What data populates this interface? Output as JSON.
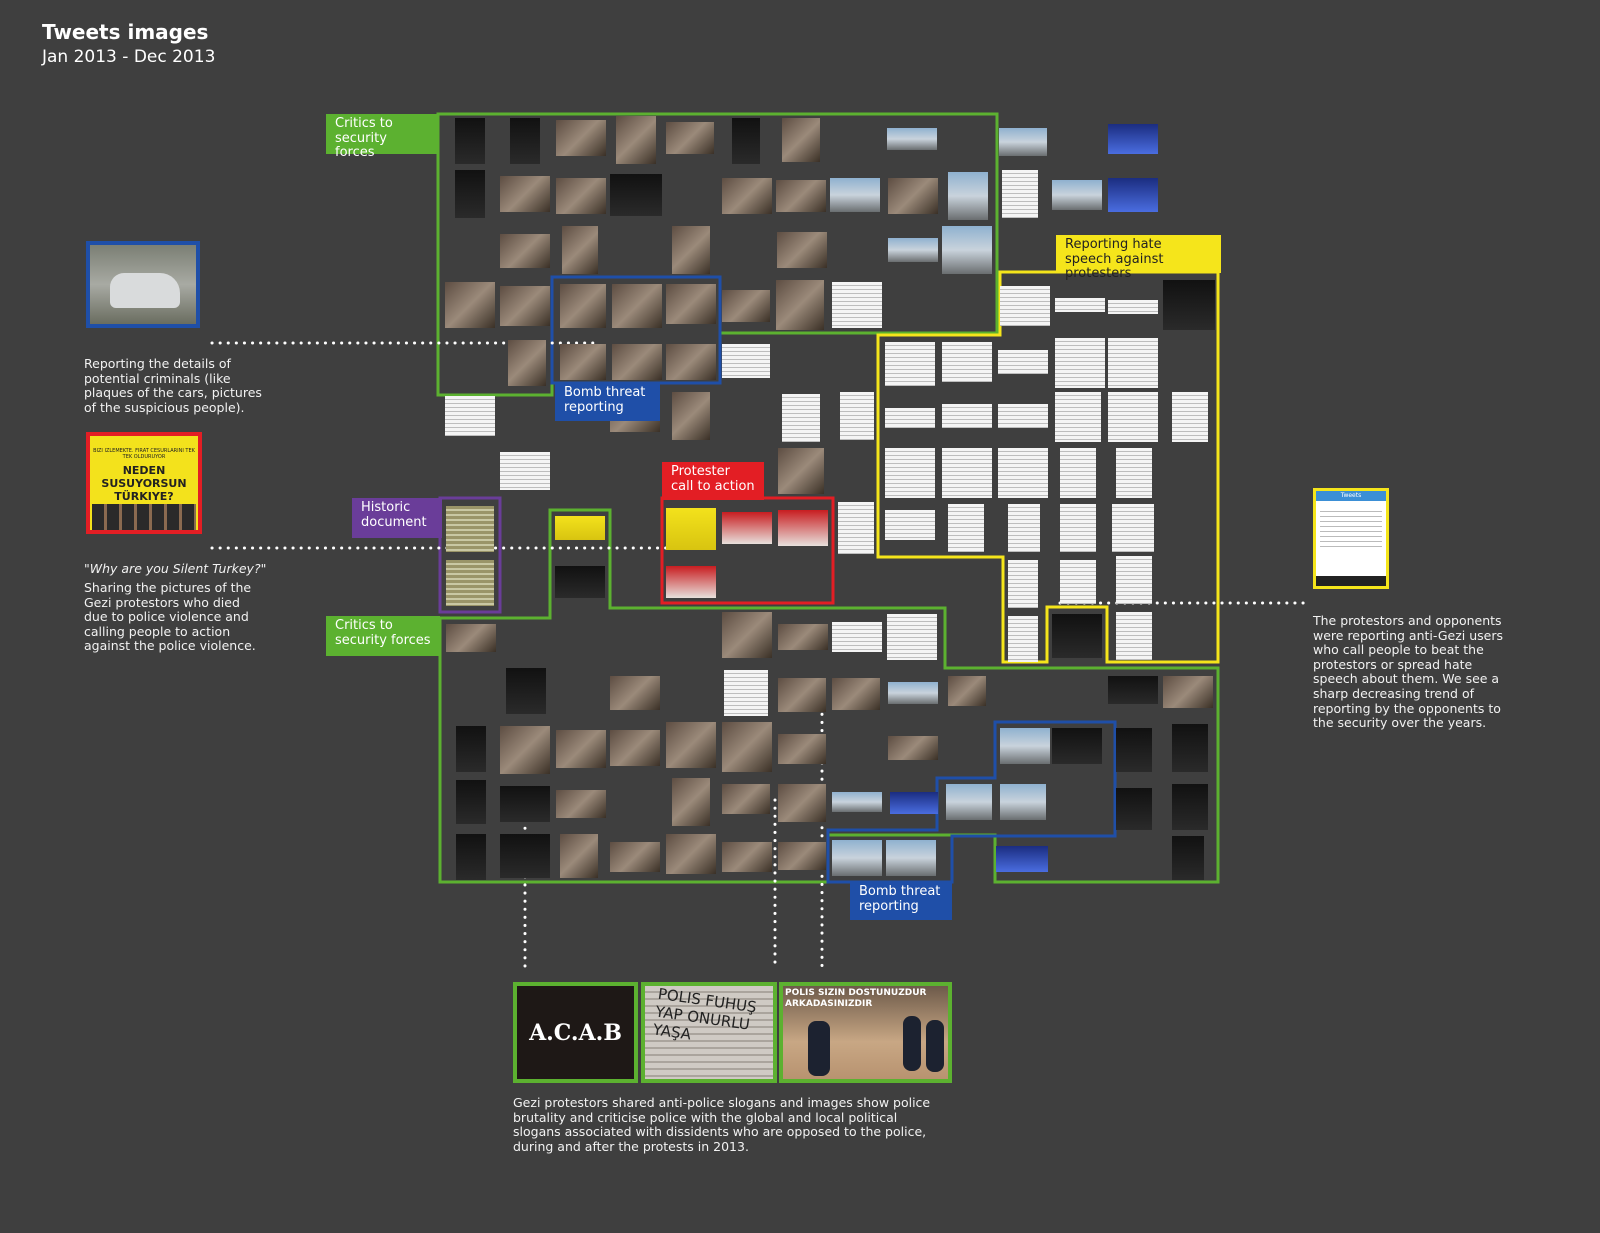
{
  "header": {
    "title": "Tweets images",
    "subtitle": "Jan 2013 - Dec 2013"
  },
  "labels": {
    "critics_top": "Critics to security forces",
    "critics_bottom": "Critics to security forces",
    "hate_speech": "Reporting hate speech against protesters",
    "bomb_top": "Bomb threat reporting",
    "bomb_bottom": "Bomb threat reporting",
    "call_to_action": "Protester call to action",
    "historic": "Historic document"
  },
  "annotations": {
    "criminals": "Reporting the details of potential criminals (like plaques of the cars, pictures of the suspicious people).",
    "silent_quote": "\"Why are you Silent Turkey?\"",
    "silent_text": "Sharing the pictures of the Gezi protestors who died due to police violence and calling people to action against the police violence.",
    "hate_text": "The protestors and opponents were reporting anti-Gezi users who call people to beat the protestors or spread hate speech about them. We see a sharp decreasing trend of reporting by the opponents to the security over the years.",
    "slogans_text": "Gezi protestors shared anti-police slogans and images show police brutality and criticise police with the global and local political slogans associated with dissidents who are opposed to the police, during and after the protests in 2013."
  },
  "images": {
    "poster_small": "BIZI IZLEMEKTE. FIRAT CESURLARINI TEK TEK OLDURUYOR",
    "poster_main": "NEDEN SUSUYORSUN TÜRKIYE?",
    "acab": "A.C.A.B",
    "graffiti": "POLIS FUHUŞ YAP ONURLU YAŞA",
    "police_caption": "POLIS SIZIN DOSTUNUZDUR ARKADASINIZDIR",
    "phone_header": "Tweets"
  },
  "colors": {
    "green": "#5cb130",
    "yellow": "#f5e51b",
    "blue": "#1f4fa8",
    "red": "#e31e24",
    "purple": "#6a3d99",
    "background": "#3f3f3f"
  }
}
